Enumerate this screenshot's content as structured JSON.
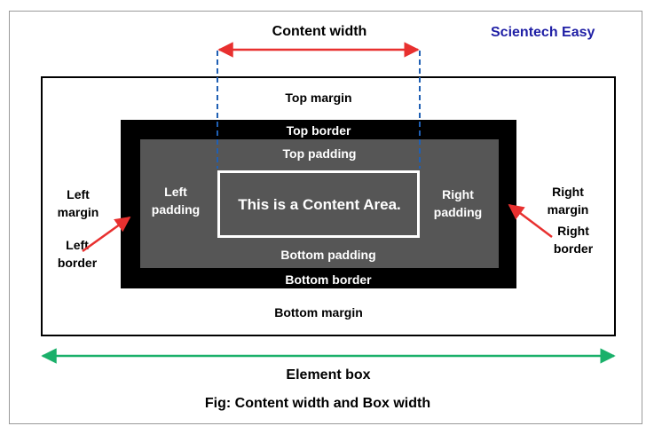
{
  "brand": "Scientech Easy",
  "labels": {
    "content_width": "Content width",
    "top_margin": "Top margin",
    "top_border": "Top border",
    "top_padding": "Top padding",
    "content_area": "This is a Content Area.",
    "left_margin": "Left\nmargin",
    "left_padding": "Left\npadding",
    "left_border": "Left\nborder",
    "right_padding": "Right\npadding",
    "right_margin": "Right\nmargin",
    "right_border": "Right\nborder",
    "bottom_padding": "Bottom padding",
    "bottom_border": "Bottom border",
    "bottom_margin": "Bottom margin",
    "element_box": "Element box",
    "caption": "Fig: Content width and Box width"
  },
  "colors": {
    "brand": "#1f1fa5",
    "red_arrow": "#e8302f",
    "green_arrow": "#1ab06a",
    "blue_dashed": "#1f5fb3",
    "border_fill": "#000000",
    "padding_fill": "#565656"
  }
}
